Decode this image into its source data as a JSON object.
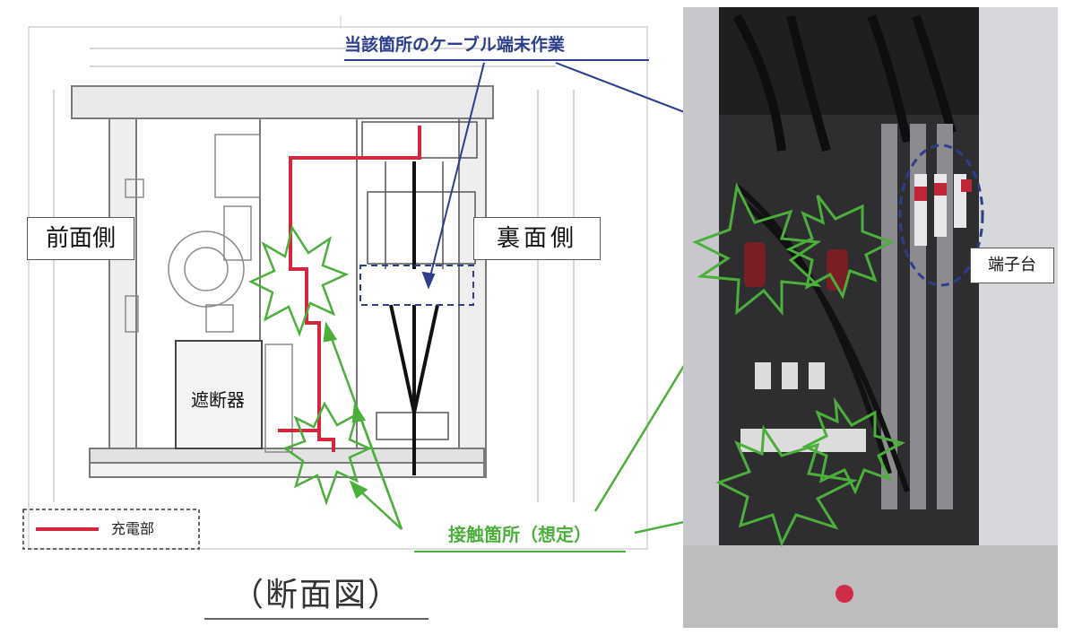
{
  "labels": {
    "front_side": "前面側",
    "back_side": "裏面側",
    "breaker": "遮断器",
    "cable_work": "当該箇所のケーブル端末作業",
    "terminal_block": "端子台",
    "contact_points": "接触箇所（想定）",
    "caption": "（断面図）"
  },
  "legend": {
    "live_part": "充電部"
  },
  "colors": {
    "live_line": "#d5273b",
    "contact_green": "#4caf3c",
    "cable_blue": "#2c3e8c",
    "frame_gray": "#8a8a8a"
  }
}
